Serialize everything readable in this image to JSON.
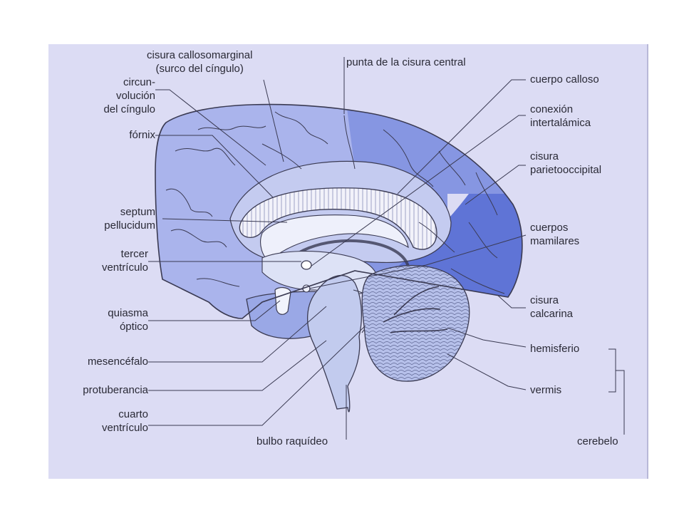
{
  "colors": {
    "panel": "#dcdcf4",
    "frontal": "#aab4ec",
    "parietal": "#8696e2",
    "occipital": "#5f74d6",
    "cingulate": "#c4cbf0",
    "corpus_callosum": "#f2f2fa",
    "temporal": "#9aa8e6",
    "brainstem": "#c2cbee",
    "cerebellum": "#b6c0ea",
    "line": "#3a3a52"
  },
  "labels": {
    "cisura_callosomarginal": [
      "cisura callosomarginal",
      "(surco del cíngulo)"
    ],
    "punta_cisura_central": [
      "punta de la cisura central"
    ],
    "circunvolucion_cingulo": [
      "circun-",
      "volución",
      "del cíngulo"
    ],
    "fornix": [
      "fórnix"
    ],
    "cuerpo_calloso": [
      "cuerpo calloso"
    ],
    "conexion_intertalamica": [
      "conexión",
      "intertalámica"
    ],
    "cisura_parietooccipital": [
      "cisura",
      "parietooccipital"
    ],
    "septum_pellucidum": [
      "septum",
      "pellucidum"
    ],
    "cuerpos_mamilares": [
      "cuerpos",
      "mamilares"
    ],
    "tercer_ventriculo": [
      "tercer",
      "ventrículo"
    ],
    "cisura_calcarina": [
      "cisura",
      "calcarina"
    ],
    "quiasma_optico": [
      "quiasma",
      "óptico"
    ],
    "hemisferio": [
      "hemisferio"
    ],
    "mesencefalo": [
      "mesencéfalo"
    ],
    "vermis": [
      "vermis"
    ],
    "protuberancia": [
      "protuberancia"
    ],
    "cuarto_ventriculo": [
      "cuarto",
      "ventrículo"
    ],
    "bulbo_raquideo": [
      "bulbo raquídeo"
    ],
    "cerebelo": [
      "cerebelo"
    ]
  }
}
